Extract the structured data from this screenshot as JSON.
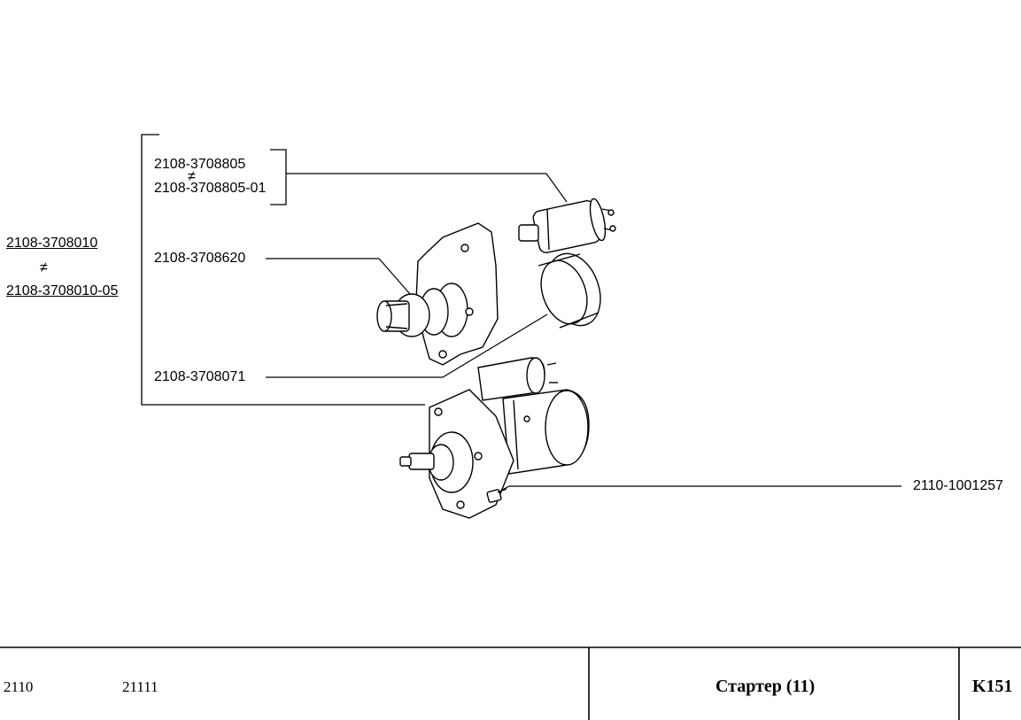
{
  "assembly": {
    "primary": "2108-3708010",
    "not_equal_symbol": "≠",
    "alternate": "2108-3708010-05"
  },
  "parts": {
    "solenoid_primary": "2108-3708805",
    "solenoid_not_equal": "≠",
    "solenoid_alternate": "2108-3708805-01",
    "drive": "2108-3708620",
    "sleeve": "2108-3708071",
    "bolt": "2110-1001257"
  },
  "footer": {
    "model_a": "2110",
    "model_b": "21111",
    "title": "Стартер (11)",
    "page_code": "K151"
  }
}
